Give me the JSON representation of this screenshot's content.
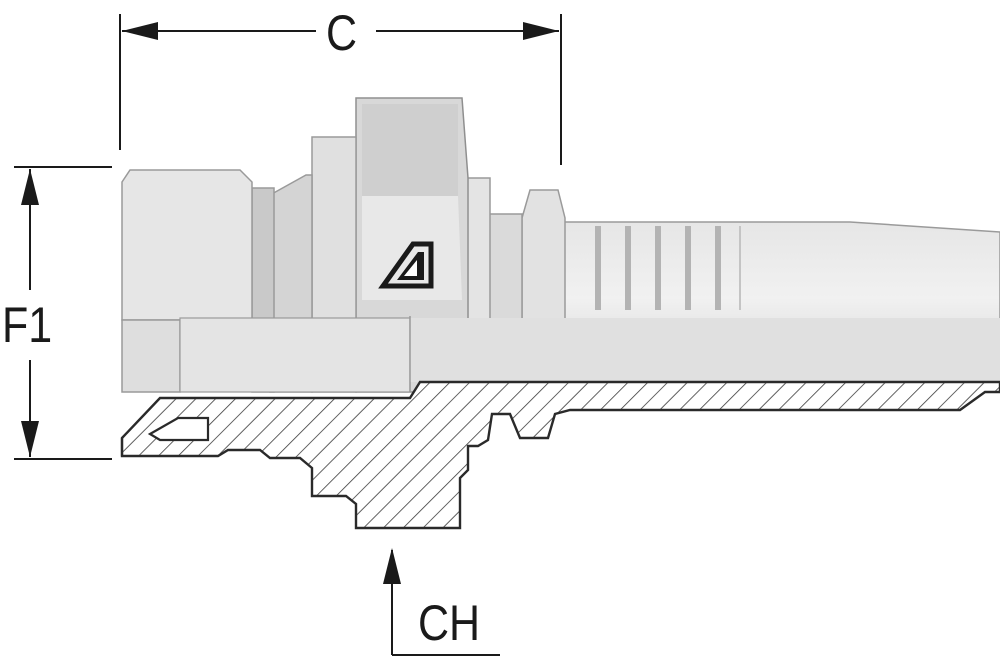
{
  "diagram": {
    "dimensions": {
      "c": "C",
      "f1": "F1",
      "ch": "CH"
    },
    "colors": {
      "body": "#dcdcdc",
      "body_highlight": "#ececec",
      "body_shadow": "#bdbdbd",
      "outline": "#8a8a8a",
      "section_fill": "#ffffff",
      "hatch": "#3a3a3a",
      "dimension_line": "#1a1a1a",
      "logo": "#1a1a1a"
    },
    "icons": {
      "logo": "manufacturer-logo-icon"
    }
  }
}
